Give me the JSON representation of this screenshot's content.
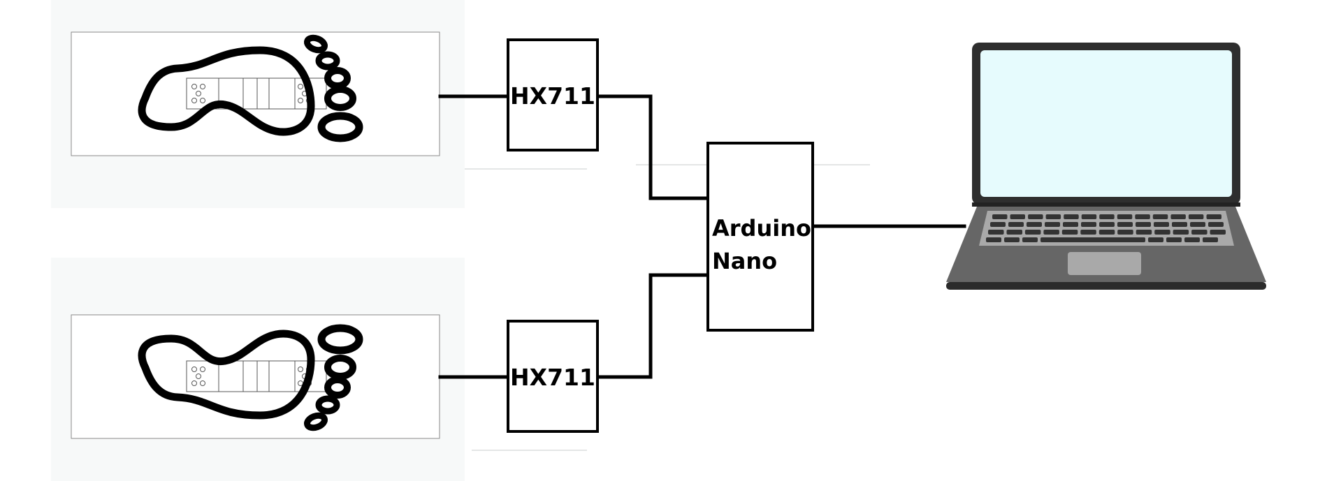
{
  "diagram": {
    "nodes": {
      "hx711_top": {
        "label": "HX711"
      },
      "hx711_bottom": {
        "label": "HX711"
      },
      "arduino": {
        "line1": "Arduino",
        "line2": "Nano"
      }
    },
    "icons": {
      "sensor_top": "footprint-right-icon",
      "sensor_bottom": "footprint-right-flipped-icon",
      "computer": "laptop-icon"
    },
    "colors": {
      "line": "#000000",
      "screen": "#e6fbfd",
      "laptop_body": "#666666",
      "keyboard_deck": "#a9a9a9",
      "key": "#333333",
      "panel_bg": "#f7f9f9"
    }
  }
}
